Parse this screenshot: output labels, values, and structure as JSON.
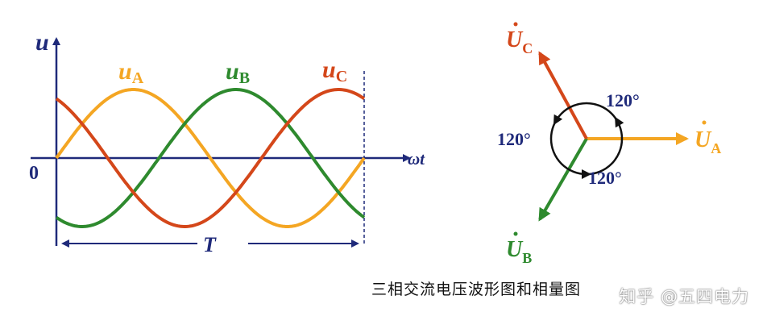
{
  "waveform": {
    "y_axis_label": "u",
    "x_axis_label": "ωt",
    "origin_label": "0",
    "period_label": "T",
    "curves": [
      {
        "name": "u",
        "sub": "A",
        "color": "#f4a623",
        "phase_deg": 0
      },
      {
        "name": "u",
        "sub": "B",
        "color": "#2e8a2e",
        "phase_deg": -120
      },
      {
        "name": "u",
        "sub": "C",
        "color": "#d4471a",
        "phase_deg": 120
      }
    ]
  },
  "phasor": {
    "vectors": [
      {
        "name": "U",
        "sub": "A",
        "color": "#f4a623"
      },
      {
        "name": "U",
        "sub": "B",
        "color": "#2e8a2e"
      },
      {
        "name": "U",
        "sub": "C",
        "color": "#d4471a"
      }
    ],
    "angle_labels": [
      "120°",
      "120°",
      "120°"
    ]
  },
  "caption": "三相交流电压波形图和相量图",
  "watermark": "知乎 @五四电力"
}
